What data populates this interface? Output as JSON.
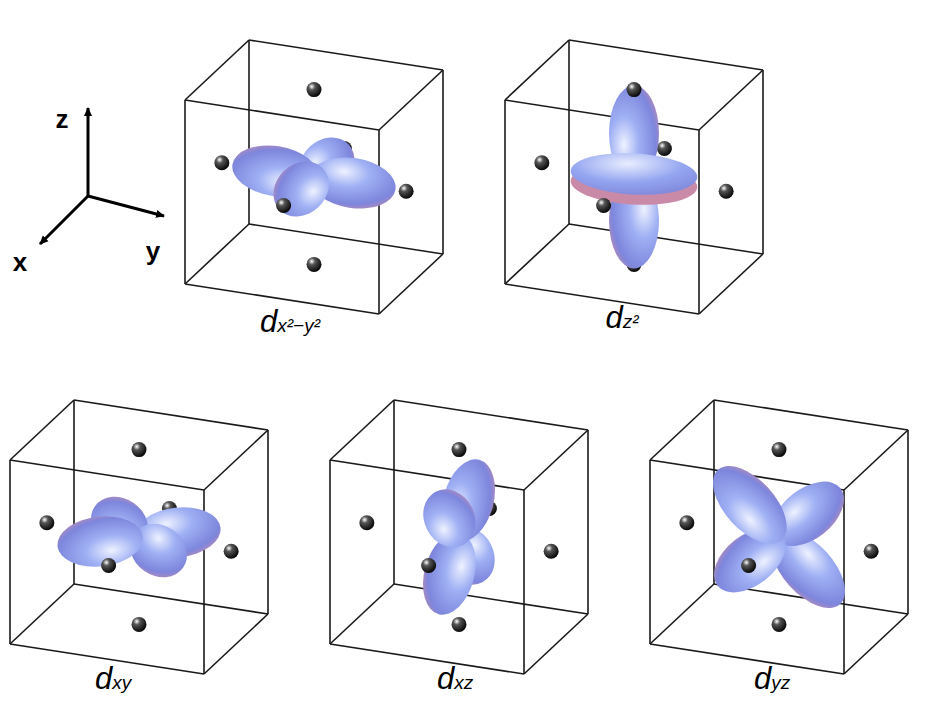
{
  "diagram": {
    "labels": [
      "z",
      "x",
      "y",
      "dx²−y²",
      "dz²",
      "dxy",
      "dxz",
      "dyz"
    ]
  }
}
